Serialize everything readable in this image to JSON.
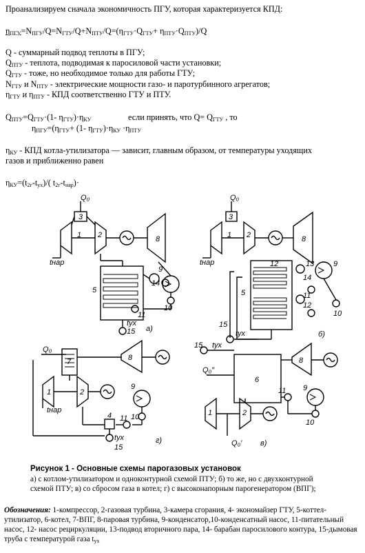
{
  "intro": "Проанализируем сначала экономичность ПГУ, которая характеризуется КПД:",
  "formula_main": {
    "eta": "η",
    "eta_sub": "ПГУ",
    "rest_html": "=N<sub>ПГУ</sub>/Q=N<sub>ГТУ</sub>/Q+N<sub>ПТУ</sub>/Q=(η<sub>ГТУ</sub>·Q<sub>ГТУ</sub>+ η<sub>ПТУ</sub>·Q<sub>ПТУ</sub>)/Q"
  },
  "defs": [
    "Q - суммарный подвод теплоты в ПГУ;",
    "Q<sub>ПТУ</sub> -  теплота, подводимая к паросиловой части установки;",
    "Q<sub>ГТУ</sub> - тоже, но необходимое только для работы ГТУ;",
    "N<sub>ГТУ</sub> и N<sub>ПТУ</sub> -  электрические мощности газо- и паротурбинного агрегатов;",
    "η<sub>ГТУ</sub> и η<sub>ПТУ</sub> -  КПД соответственно ГТУ и ПТУ."
  ],
  "formula2": "Q<sub>ПТУ</sub>=Q<sub>ГТУ</sub>·(1- η<sub>ГТУ</sub>)·η<sub>КУ</sub>",
  "formula2_note": "если принять, что  Q= Q<sub>ГТУ</sub> , то",
  "formula3": "η<sub>ПГУ</sub>=(η<sub>ГТУ</sub>+ (1- η<sub>ГТУ</sub>)·η<sub>КУ</sub> ·η<sub>ПТУ</sub>",
  "eta_ku_line1": "η<sub>КУ</sub> - КПД котла-утилизатора — зависит, главным образом, от температуры уходящих",
  "eta_ku_line2": "газов и приближенно равен",
  "formula4": "η<sub>КУ</sub>=(t<sub>2г</sub>-t<sub>ух</sub>)/( t<sub>2г</sub>-t<sub>нар</sub>)·",
  "diagram_labels": {
    "q0": "Q₀",
    "q0pp": "Q₀″",
    "q0p": "Q₀′",
    "t_nar": "tнар",
    "t_ux": "tух",
    "sub_a": "а)",
    "sub_b": "б)",
    "sub_v": "в)",
    "sub_g": "г)",
    "n1": "1",
    "n2": "2",
    "n3": "3",
    "n4": "4",
    "n5": "5",
    "n6": "6",
    "n7": "7",
    "n8": "8",
    "n9": "9",
    "n10": "10",
    "n11": "11",
    "n12": "12",
    "n13": "13",
    "n14": "14",
    "n15": "15"
  },
  "caption": {
    "title": "Рисунок 1 - Основные схемы парогазовых установок",
    "line1": "а) с котлом-утилизатором и одноконтурной схемой ПТУ; б) то же, но с двухконтурной",
    "line2": "схемой ПТУ; в) со сбросом газа в котел; г) с высоконапорным парогенератором (ВПГ);"
  },
  "legend": {
    "label": "Обозначения:",
    "text": " 1-компрессор, 2-газовая турбина, 3-камера сгорания, 4- экономайзер ГТУ, 5-коттел-утилизатор, 6-котел, 7-ВПГ, 8-паровая турбина, 9-конденсатор,10-конденсатный насос, 11-питательный насос, 12- насос рециркуляции, 13-подвод вторичного пара, 14- барабан паросилового контура, 15-дымовая труба с температурой газа t"
  },
  "legend_sub": "ух"
}
